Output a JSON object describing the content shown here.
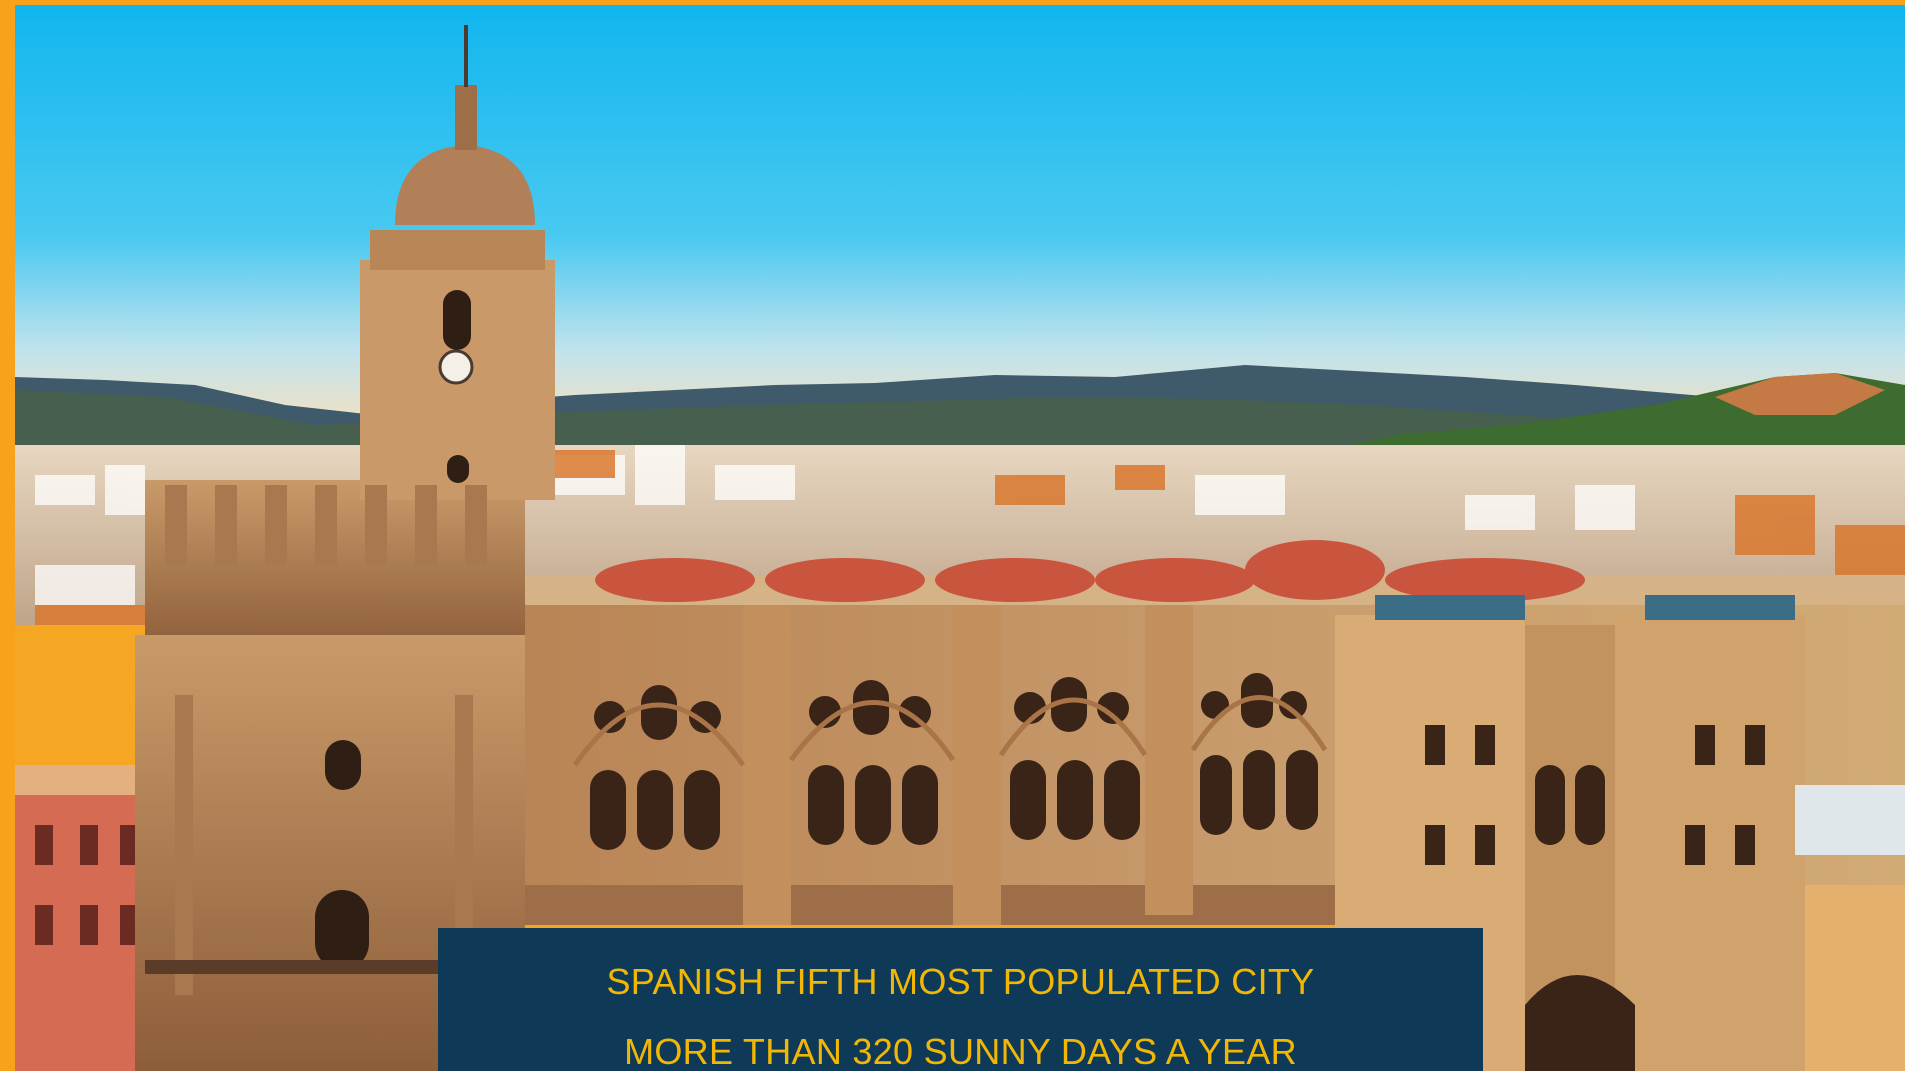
{
  "photo": {
    "subject": "cathedral-city-skyline"
  },
  "caption": {
    "line1": "SPANISH FIFTH MOST POPULATED CITY",
    "line2": "MORE THAN 320 SUNNY DAYS A YEAR"
  },
  "colors": {
    "frame": "#f7a21b",
    "caption_bg": "#0e3a58",
    "caption_text": "#f2b705",
    "sky_top": "#18b8f0",
    "sky_horizon": "#f6e6c8",
    "stone": "#c89a6a",
    "roof": "#c9553f"
  }
}
